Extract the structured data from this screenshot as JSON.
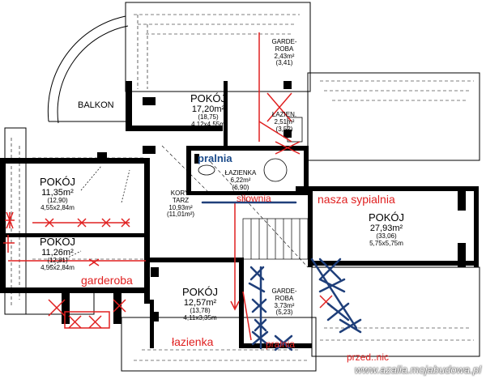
{
  "rooms": {
    "pokoj_top": {
      "name": "POKÓJ",
      "area": "17,20m²",
      "area_alt": "(18,75)",
      "dims": "4,12x4,55m"
    },
    "balkon": {
      "name": "BALKON"
    },
    "garderoba_top": {
      "name_1": "GARDE-",
      "name_2": "ROBA",
      "area": "2,43m²",
      "area_alt": "(3,41)"
    },
    "lazienka_top": {
      "name": "ŁAZIEN.",
      "area": "2,51m²",
      "area_alt": "(3,52)"
    },
    "lazienka_mid": {
      "name": "ŁAZIENKA",
      "area": "6,22m²",
      "area_alt": "(6,90)"
    },
    "pokoj_left1": {
      "name": "POKÓJ",
      "area": "11,35m²",
      "area_alt": "(12,90)",
      "dims": "4,55x2,84m"
    },
    "korytarz": {
      "name_1": "KORY-",
      "name_2": "TARZ",
      "area": "10,93m²",
      "area_alt": "(11,01m²)"
    },
    "pokoj_right": {
      "name": "POKÓJ",
      "area": "27,93m²",
      "area_alt": "(33,06)",
      "dims": "5,75x5,75m"
    },
    "pokoj_left2": {
      "name": "POKÓJ",
      "area": "11,26m²",
      "area_alt": "(12,81)",
      "dims": "4,55x2,84m"
    },
    "pokoj_bottom": {
      "name": "POKÓJ",
      "area": "12,57m²",
      "area_alt": "(13,78)",
      "dims": "4,11x3,35m"
    },
    "garderoba_bottom": {
      "name_1": "GARDE-",
      "name_2": "ROBA",
      "area": "3,73m²",
      "area_alt": "(5,23)"
    }
  },
  "annotations": {
    "pralnia_blue": "pralnia",
    "silownia": "siłownia",
    "nasza_sypialnia": "nasza sypialnia",
    "garderoba": "garderoba",
    "lazienka": "łazienka",
    "pralnia_red": "pralnia",
    "przedsionek": "przed..nic"
  },
  "watermark": "www.azalia.mojabudowa.pl",
  "colors": {
    "wall": "#000000",
    "markup_red": "#e02020",
    "markup_blue": "#1f3f7a",
    "watermark": "#ffffff"
  }
}
